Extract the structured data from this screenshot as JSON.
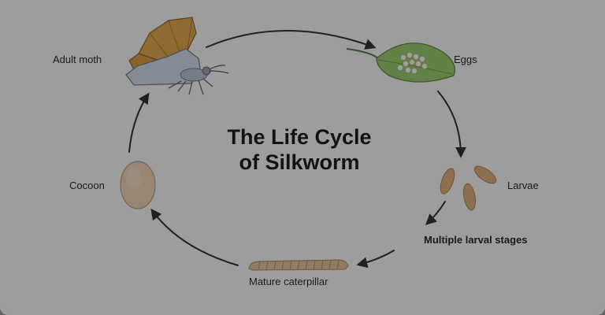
{
  "title": {
    "line1": "The Life Cycle",
    "line2": "of Silkworm"
  },
  "stages": {
    "adult_moth": "Adult moth",
    "eggs": "Eggs",
    "larvae": "Larvae",
    "multiple_larval_stages": "Multiple larval stages",
    "mature_caterpillar": "Mature caterpillar",
    "cocoon": "Cocoon"
  },
  "colors": {
    "background": "#f2f2f2",
    "overlay": "#555555",
    "arrow": "#1a1a1a",
    "moth_wing": "#d99a38",
    "hindwing": "#c8d2e2",
    "leaf": "#8cc25a",
    "egg": "#f4f4ea",
    "larva": "#d8a46a",
    "cocoon": "#e8c8a8"
  },
  "icons": [
    "moth-illustration",
    "leaf-with-eggs-icon",
    "larvae-icon",
    "caterpillar-icon",
    "cocoon-icon"
  ]
}
